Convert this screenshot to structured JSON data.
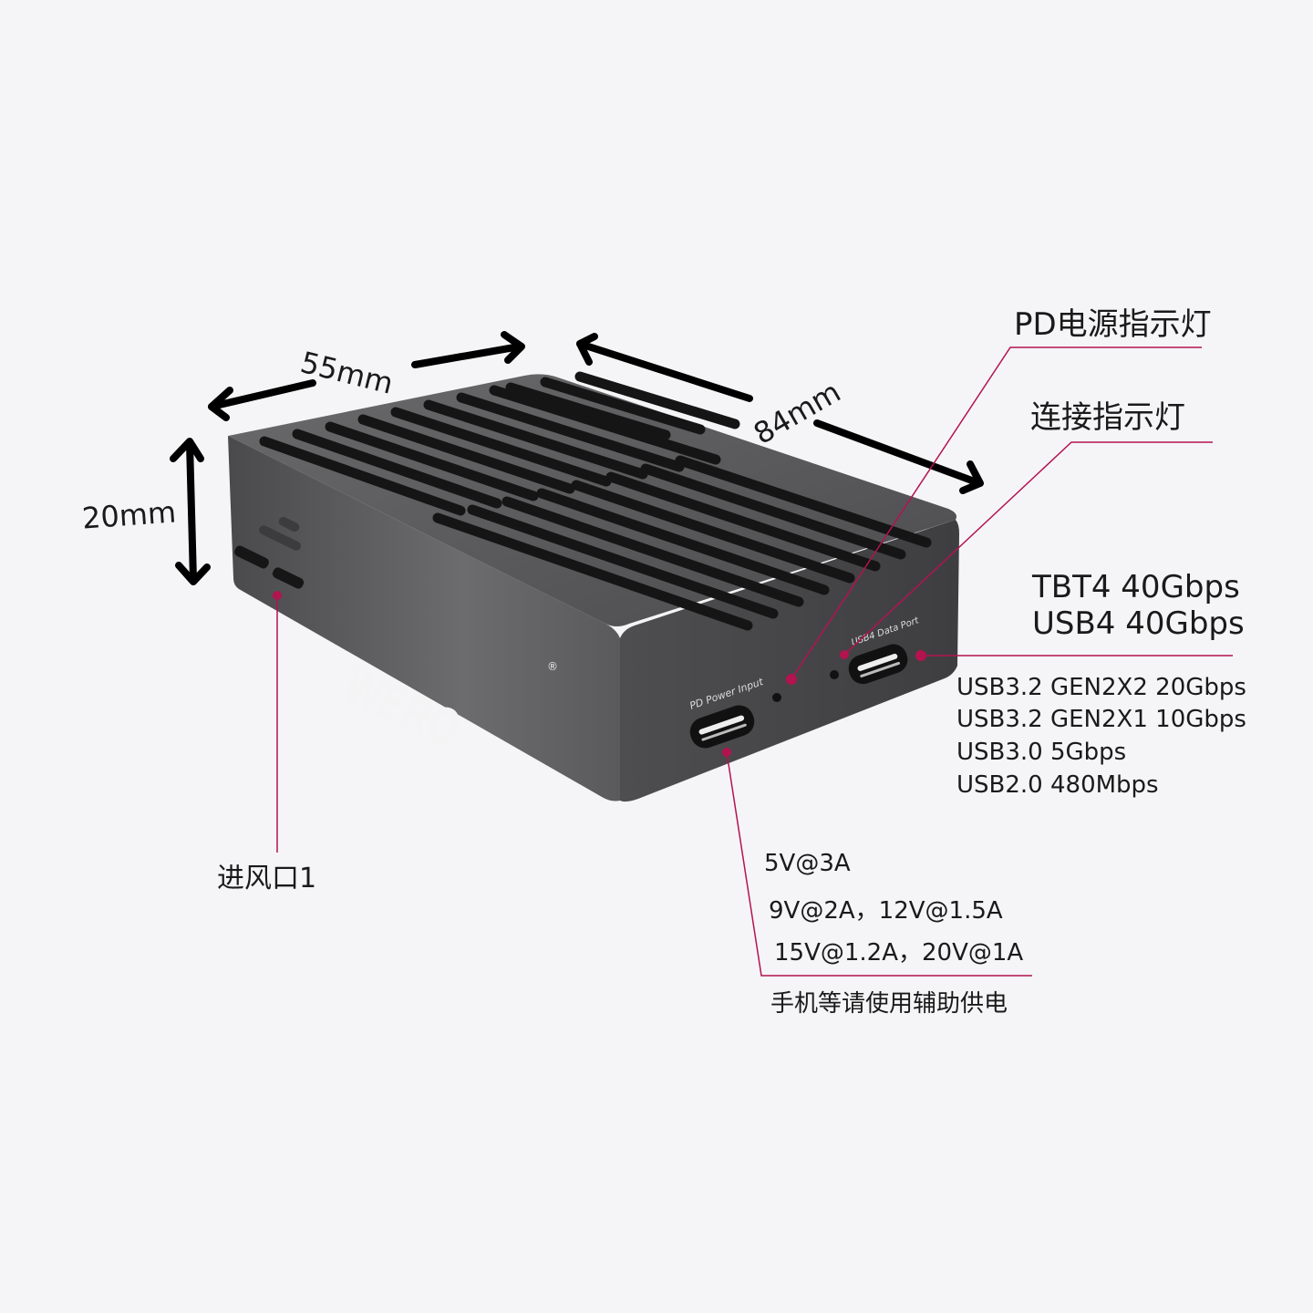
{
  "dimensions": {
    "width": "55mm",
    "length": "84mm",
    "height": "20mm"
  },
  "device": {
    "brand": "WERO",
    "registered_mark": "®",
    "port_power_label": "PD Power Input",
    "port_data_label": "USB4 Data Port"
  },
  "callouts": {
    "pd_indicator": "PD电源指示灯",
    "link_indicator": "连接指示灯",
    "air_inlet": "进风口1",
    "data_port_main": [
      "TBT4 40Gbps",
      "USB4 40Gbps"
    ],
    "data_port_compat": [
      "USB3.2 GEN2X2 20Gbps",
      "USB3.2 GEN2X1 10Gbps",
      "USB3.0 5Gbps",
      "USB2.0 480Mbps"
    ],
    "power_specs": [
      "5V@3A",
      "9V@2A，12V@1.5A",
      "15V@1.2A，20V@1A"
    ],
    "power_note": "手机等请使用辅助供电"
  },
  "colors": {
    "accent": "#b3134f",
    "device": "#5a5a5c",
    "background": "#f5f5f7"
  }
}
